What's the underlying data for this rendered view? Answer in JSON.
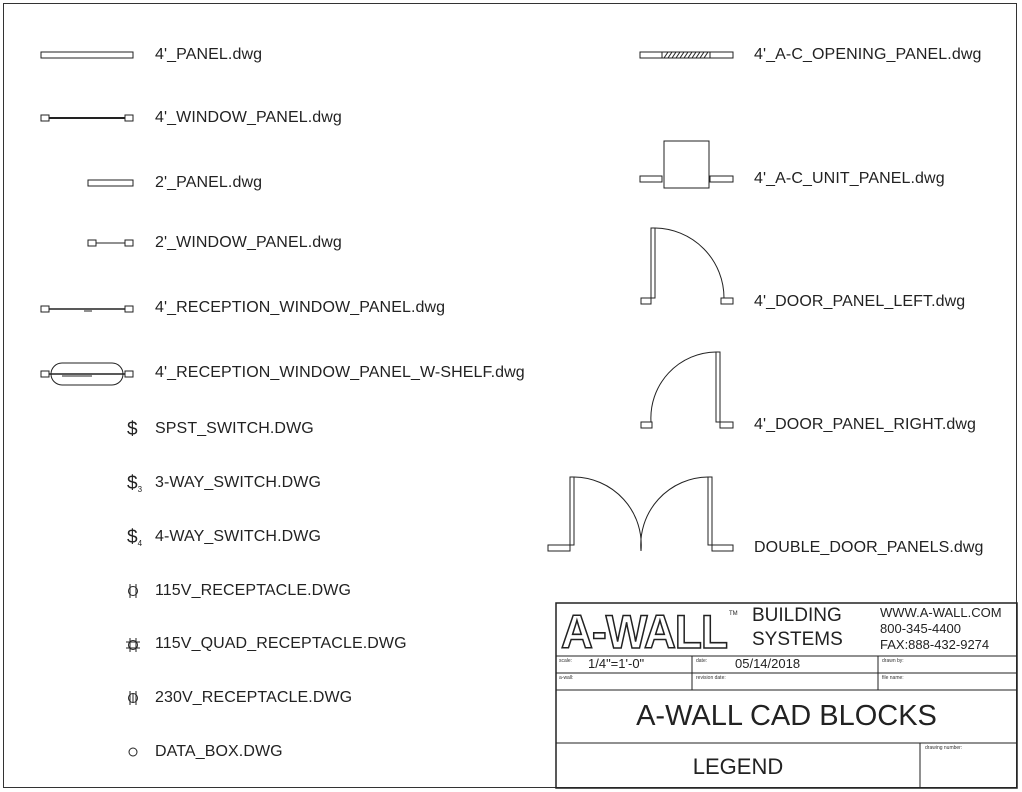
{
  "legend_left": [
    {
      "label": "4'_PANEL.dwg",
      "symbol": "panel-4ft"
    },
    {
      "label": "4'_WINDOW_PANEL.dwg",
      "symbol": "window-panel-4ft"
    },
    {
      "label": "2'_PANEL.dwg",
      "symbol": "panel-2ft"
    },
    {
      "label": "2'_WINDOW_PANEL.dwg",
      "symbol": "window-panel-2ft"
    },
    {
      "label": "4'_RECEPTION_WINDOW_PANEL.dwg",
      "symbol": "reception-window-panel"
    },
    {
      "label": "4'_RECEPTION_WINDOW_PANEL_W-SHELF.dwg",
      "symbol": "reception-window-panel-shelf"
    },
    {
      "label": "SPST_SWITCH.DWG",
      "symbol": "$"
    },
    {
      "label": "3-WAY_SWITCH.DWG",
      "symbol": "$3"
    },
    {
      "label": "4-WAY_SWITCH.DWG",
      "symbol": "$4"
    },
    {
      "label": "115V_RECEPTACLE.DWG",
      "symbol": "receptacle-115v"
    },
    {
      "label": "115V_QUAD_RECEPTACLE.DWG",
      "symbol": "quad-receptacle-115v"
    },
    {
      "label": "230V_RECEPTACLE.DWG",
      "symbol": "receptacle-230v"
    },
    {
      "label": "DATA_BOX.DWG",
      "symbol": "data-box"
    }
  ],
  "legend_right": [
    {
      "label": "4'_A-C_OPENING_PANEL.dwg",
      "symbol": "ac-opening-panel"
    },
    {
      "label": "4'_A-C_UNIT_PANEL.dwg",
      "symbol": "ac-unit-panel"
    },
    {
      "label": "4'_DOOR_PANEL_LEFT.dwg",
      "symbol": "door-left"
    },
    {
      "label": "4'_DOOR_PANEL_RIGHT.dwg",
      "symbol": "door-right"
    },
    {
      "label": "DOUBLE_DOOR_PANELS.dwg",
      "symbol": "double-door"
    }
  ],
  "switch_symbols": {
    "main": "$",
    "sub3": "3",
    "sub4": "4"
  },
  "title_block": {
    "logo_text": "A-WALL",
    "trademark": "TM",
    "company_line1": "BUILDING",
    "company_line2": "SYSTEMS",
    "website": "WWW.A-WALL.COM",
    "phone": "800-345-4400",
    "fax": "FAX:888-432-9274",
    "scale_label": "scale:",
    "scale_value": "1/4\"=1'-0\"",
    "date_label": "date:",
    "date_value": "05/14/2018",
    "drawn_by_label": "drawn by:",
    "awall_label": "a-wall:",
    "revision_date_label": "revision date:",
    "file_name_label": "file name:",
    "title": "A-WALL CAD BLOCKS",
    "drawing_number_label": "drawing number:",
    "subtitle": "LEGEND"
  },
  "colors": {
    "line": "#222222",
    "border": "#333333",
    "background": "#ffffff"
  }
}
